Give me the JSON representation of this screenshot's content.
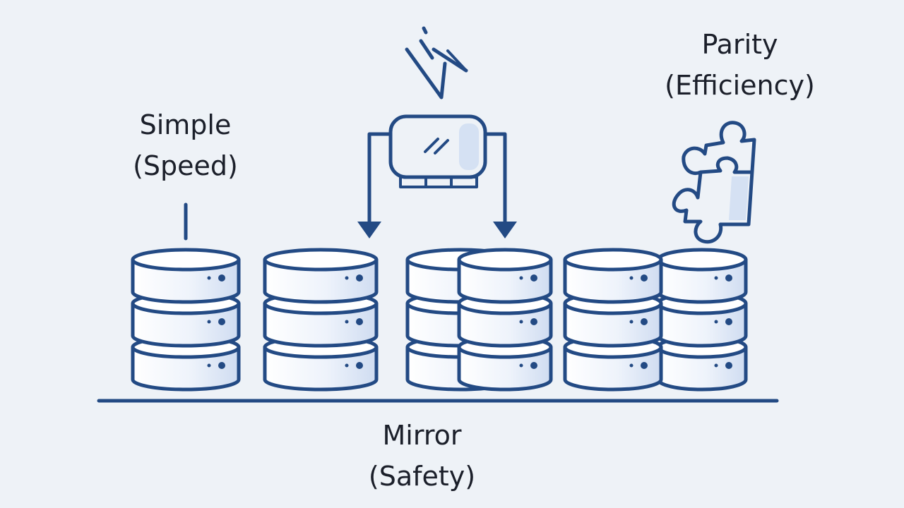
{
  "labels": {
    "simple": {
      "line1": "Simple",
      "line2": "(Speed)"
    },
    "mirror": {
      "line1": "Mirror",
      "line2": "(Safety)"
    },
    "parity": {
      "line1": "Parity",
      "line2": "(Efficiency)"
    }
  },
  "icons": {
    "simple": "drive-stack-icon",
    "mirror": "controller-icon",
    "parity": "puzzle-icon",
    "arrows": "arrow-down-icon",
    "write": "write-signal-icon"
  },
  "colors": {
    "background": "#eef2f7",
    "stroke": "#234a84",
    "disk_fill": "#ffffff",
    "disk_shade": "#d5e1f3",
    "text": "#1b1f2a"
  }
}
